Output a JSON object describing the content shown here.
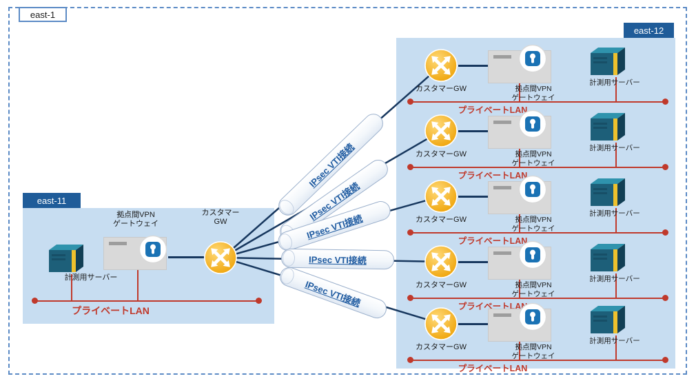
{
  "regions": {
    "east1": {
      "label": "east-1"
    },
    "east11": {
      "label": "east-11"
    },
    "east12": {
      "label": "east-12",
      "branch_count": 5
    }
  },
  "labels": {
    "customer_gw": "カスタマーGW",
    "customer_gw_stacked": "カスタマー\nGW",
    "vpn_gateway": "拠点間VPN\nゲートウェイ",
    "server": "計測用サーバー",
    "private_lan": "プライベートLAN",
    "ipsec_vti": "IPsec VTI接続"
  },
  "tunnels": {
    "count": 5,
    "label": "IPsec VTI接続"
  },
  "icons": {
    "customer_gw": "four-way-arrows-gateway-icon",
    "vpn_gateway": "lock-badge-gateway-icon",
    "server": "server-3d-box-icon"
  },
  "colors": {
    "region_fill": "#c7ddf1",
    "region_tab": "#1f5c99",
    "dashed_border": "#5b8ac5",
    "connection_line": "#17375e",
    "lan_line": "#c0392b",
    "gateway_gold": "#eea104",
    "lock_blue": "#1a72b4",
    "server_teal": "#1d5f79",
    "ipsec_label_blue": "#1e5aa0"
  }
}
